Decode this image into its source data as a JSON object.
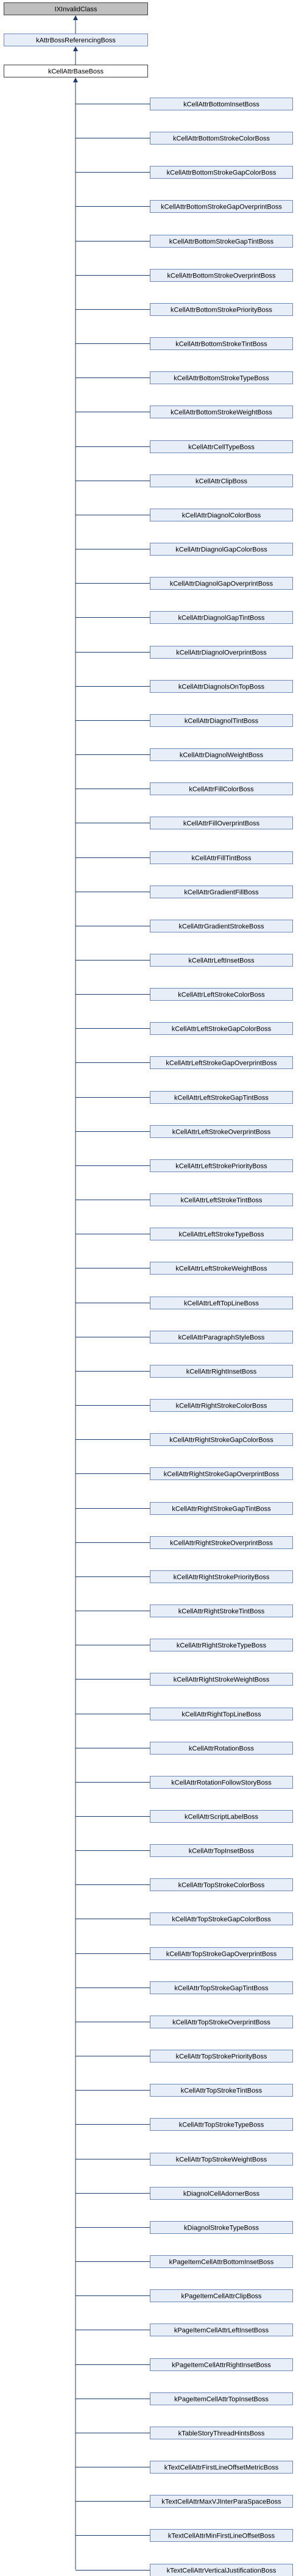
{
  "colors": {
    "root_fill": "#bfbfbf",
    "highlight_fill": "#ffffff",
    "node_fill": "#e8eef8",
    "node_border": "#6f86b8",
    "dark_border": "#404040",
    "edge": "#1b3a70"
  },
  "root": "IXInvalidClass",
  "parent": "kAttrBossReferencingBoss",
  "base": "kCellAttrBaseBoss",
  "children": [
    "kCellAttrBottomInsetBoss",
    "kCellAttrBottomStrokeColorBoss",
    "kCellAttrBottomStrokeGapColorBoss",
    "kCellAttrBottomStrokeGapOverprintBoss",
    "kCellAttrBottomStrokeGapTintBoss",
    "kCellAttrBottomStrokeOverprintBoss",
    "kCellAttrBottomStrokePriorityBoss",
    "kCellAttrBottomStrokeTintBoss",
    "kCellAttrBottomStrokeTypeBoss",
    "kCellAttrBottomStrokeWeightBoss",
    "kCellAttrCellTypeBoss",
    "kCellAttrClipBoss",
    "kCellAttrDiagnolColorBoss",
    "kCellAttrDiagnolGapColorBoss",
    "kCellAttrDiagnolGapOverprintBoss",
    "kCellAttrDiagnolGapTintBoss",
    "kCellAttrDiagnolOverprintBoss",
    "kCellAttrDiagnolsOnTopBoss",
    "kCellAttrDiagnolTintBoss",
    "kCellAttrDiagnolWeightBoss",
    "kCellAttrFillColorBoss",
    "kCellAttrFillOverprintBoss",
    "kCellAttrFillTintBoss",
    "kCellAttrGradientFillBoss",
    "kCellAttrGradientStrokeBoss",
    "kCellAttrLeftInsetBoss",
    "kCellAttrLeftStrokeColorBoss",
    "kCellAttrLeftStrokeGapColorBoss",
    "kCellAttrLeftStrokeGapOverprintBoss",
    "kCellAttrLeftStrokeGapTintBoss",
    "kCellAttrLeftStrokeOverprintBoss",
    "kCellAttrLeftStrokePriorityBoss",
    "kCellAttrLeftStrokeTintBoss",
    "kCellAttrLeftStrokeTypeBoss",
    "kCellAttrLeftStrokeWeightBoss",
    "kCellAttrLeftTopLineBoss",
    "kCellAttrParagraphStyleBoss",
    "kCellAttrRightInsetBoss",
    "kCellAttrRightStrokeColorBoss",
    "kCellAttrRightStrokeGapColorBoss",
    "kCellAttrRightStrokeGapOverprintBoss",
    "kCellAttrRightStrokeGapTintBoss",
    "kCellAttrRightStrokeOverprintBoss",
    "kCellAttrRightStrokePriorityBoss",
    "kCellAttrRightStrokeTintBoss",
    "kCellAttrRightStrokeTypeBoss",
    "kCellAttrRightStrokeWeightBoss",
    "kCellAttrRightTopLineBoss",
    "kCellAttrRotationBoss",
    "kCellAttrRotationFollowStoryBoss",
    "kCellAttrScriptLabelBoss",
    "kCellAttrTopInsetBoss",
    "kCellAttrTopStrokeColorBoss",
    "kCellAttrTopStrokeGapColorBoss",
    "kCellAttrTopStrokeGapOverprintBoss",
    "kCellAttrTopStrokeGapTintBoss",
    "kCellAttrTopStrokeOverprintBoss",
    "kCellAttrTopStrokePriorityBoss",
    "kCellAttrTopStrokeTintBoss",
    "kCellAttrTopStrokeTypeBoss",
    "kCellAttrTopStrokeWeightBoss",
    "kDiagnolCellAdornerBoss",
    "kDiagnolStrokeTypeBoss",
    "kPageItemCellAttrBottomInsetBoss",
    "kPageItemCellAttrClipBoss",
    "kPageItemCellAttrLeftInsetBoss",
    "kPageItemCellAttrRightInsetBoss",
    "kPageItemCellAttrTopInsetBoss",
    "kTableStoryThreadHintsBoss",
    "kTextCellAttrFirstLineOffsetMetricBoss",
    "kTextCellAttrMaxVJInterParaSpaceBoss",
    "kTextCellAttrMinFirstLineOffsetBoss",
    "kTextCellAttrVerticalJustificationBoss"
  ]
}
